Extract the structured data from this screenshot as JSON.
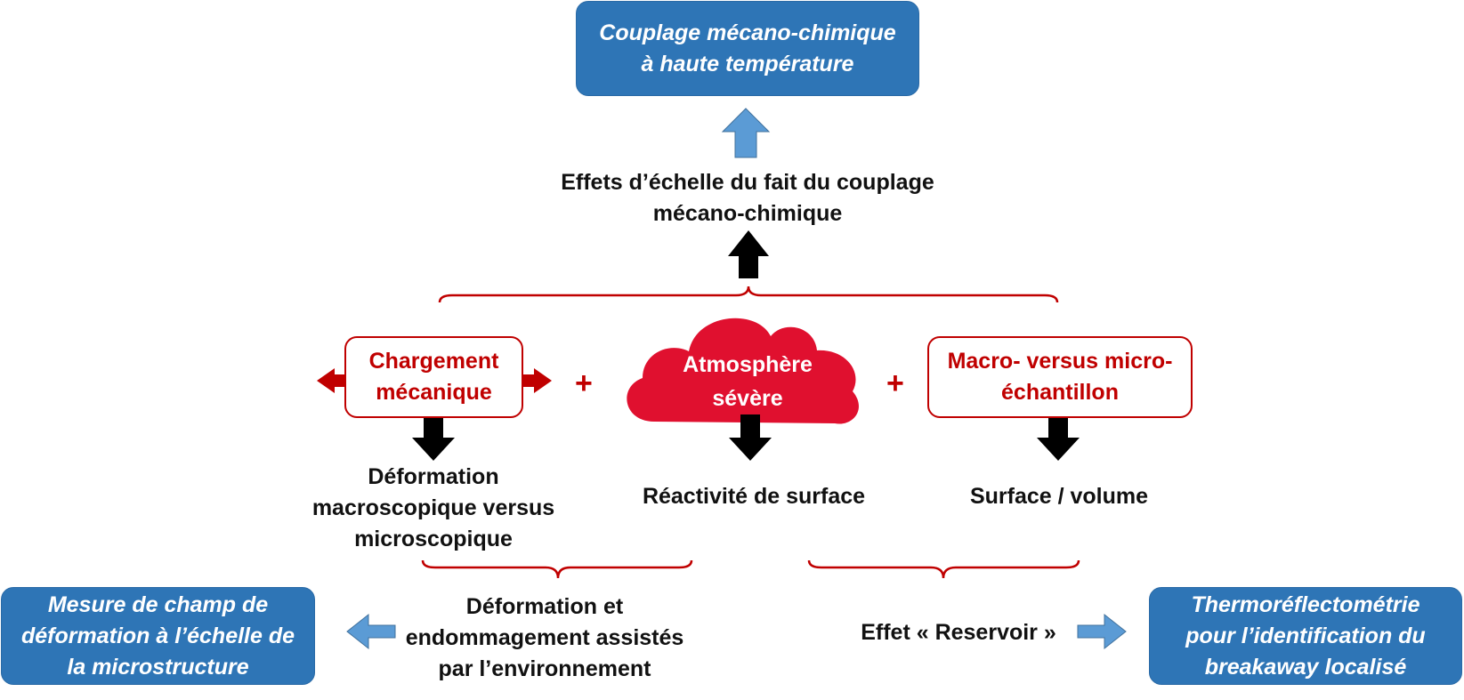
{
  "top_box": {
    "label": "Couplage mécano-chimique\nà haute température"
  },
  "scale_effects": {
    "label": "Effets d’échelle du fait du couplage\nmécano-chimique"
  },
  "inputs": {
    "mechanical": {
      "label": "Chargement\nmécanique"
    },
    "atmosphere": {
      "label": "Atmosphère\nsévère"
    },
    "specimen": {
      "label": "Macro- versus micro-\néchantillon"
    },
    "plus_symbol": "+"
  },
  "outcomes": {
    "deformation": {
      "label": "Déformation\nmacroscopique versus\nmicroscopique"
    },
    "reactivity": {
      "label": "Réactivité de surface"
    },
    "surface_volume": {
      "label": "Surface / volume"
    }
  },
  "combined": {
    "env_assisted": {
      "label": "Déformation et\nendommagement assistés\npar l’environnement"
    },
    "reservoir": {
      "label": "Effet « Reservoir »"
    }
  },
  "methods": {
    "strain_field": {
      "label": "Mesure de champ de\ndéformation à l’échelle de\nla microstructure"
    },
    "thermoreflectometry": {
      "label": "Thermoréflectométrie\npour l’identification du\nbreakaway localisé"
    }
  },
  "colors": {
    "blue_box": "#2e75b6",
    "light_arrow": "#5b9bd5",
    "red_accent": "#c00000",
    "cloud_red": "#e0102f",
    "black_arrow": "#000000"
  }
}
